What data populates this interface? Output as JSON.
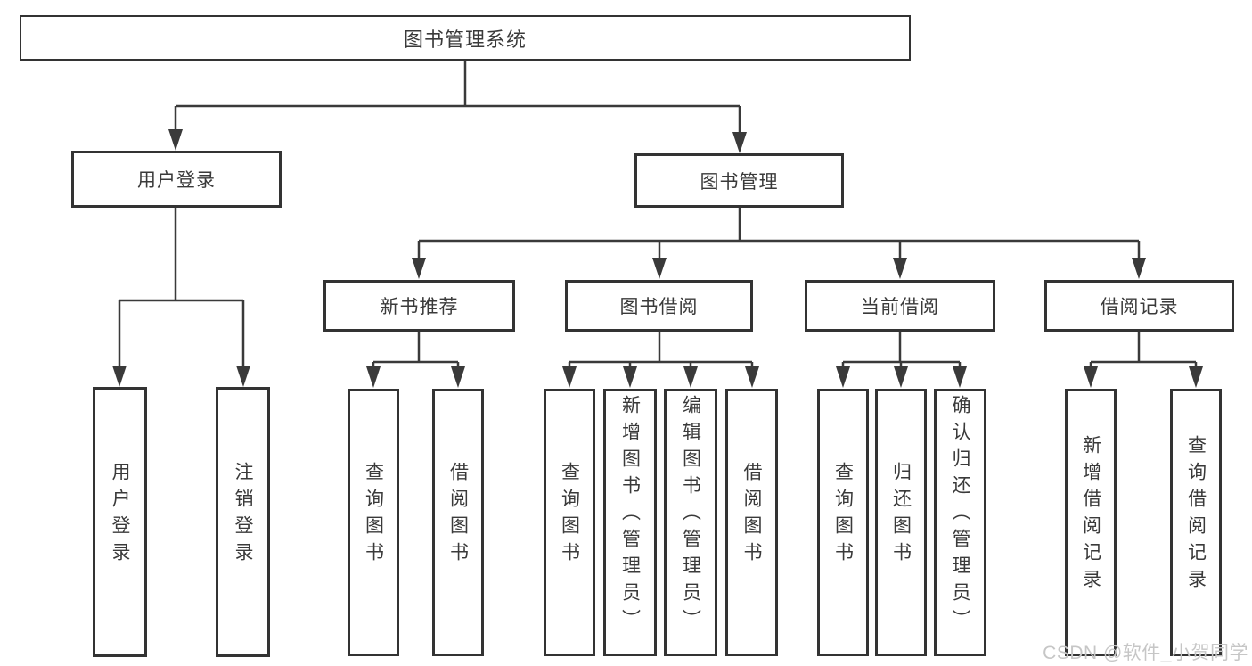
{
  "diagram": {
    "title": "图书管理系统",
    "nodes": {
      "user_login": {
        "label": "用户登录",
        "children": [
          "用户登录",
          "注销登录"
        ]
      },
      "book_management": {
        "label": "图书管理"
      },
      "new_book_recommend": {
        "label": "新书推荐",
        "children": [
          "查询图书",
          "借阅图书"
        ]
      },
      "book_borrow": {
        "label": "图书借阅",
        "children": [
          "查询图书",
          "新增图书（管理员）",
          "编辑图书（管理员）",
          "借阅图书"
        ]
      },
      "current_borrow": {
        "label": "当前借阅",
        "children": [
          "查询图书",
          "归还图书",
          "确认归还（管理员）"
        ]
      },
      "borrow_records": {
        "label": "借阅记录",
        "children": [
          "新增借阅记录",
          "查询借阅记录"
        ]
      }
    },
    "colors": {
      "line": "#3a3a3a",
      "border": "#333333",
      "text": "#3a3a3a",
      "watermark": "#c6c6c6"
    }
  },
  "watermark": "CSDN @软件_小贺同学"
}
